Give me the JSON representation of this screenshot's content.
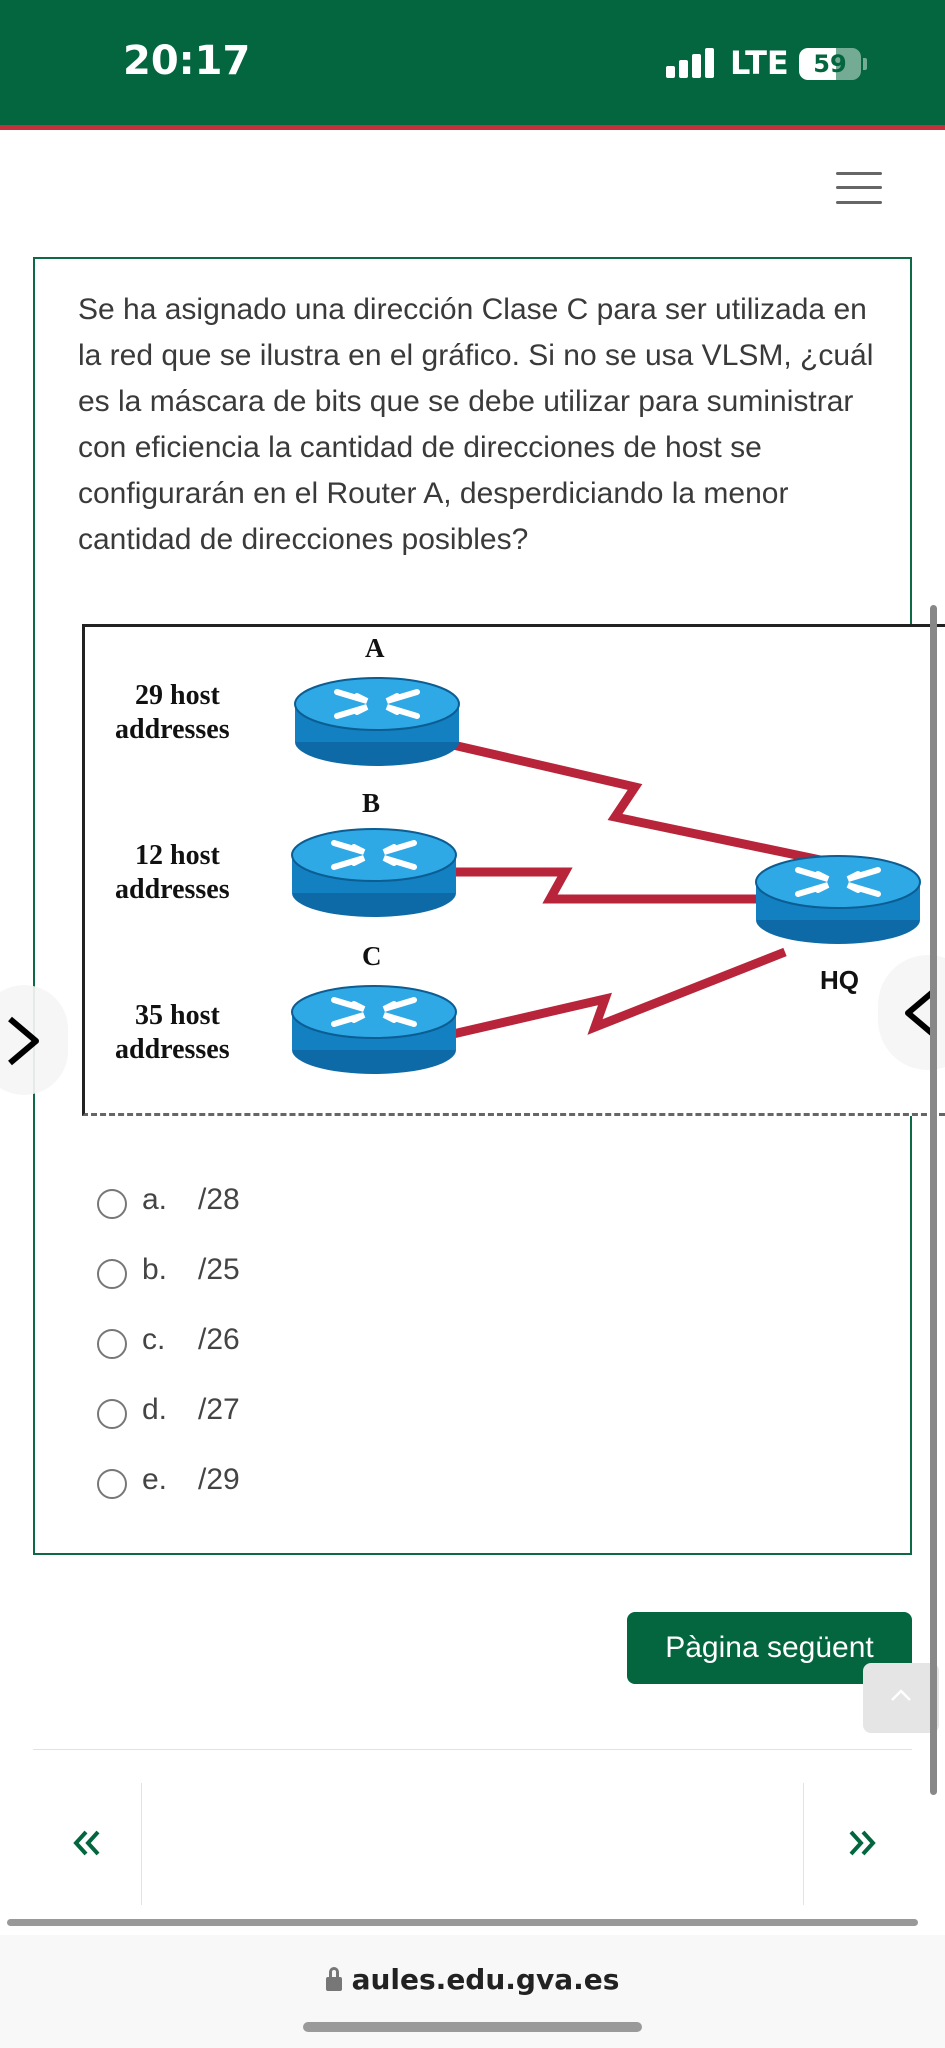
{
  "status_bar": {
    "time": "20:17",
    "network": "LTE",
    "battery": "59",
    "battery_level_percent": 59,
    "signal_bars": 4
  },
  "menu": {
    "icon": "hamburger-menu-icon"
  },
  "question": {
    "text": "Se ha asignado una dirección Clase C para ser utilizada en la red que se ilustra en el gráfico. Si no se usa VLSM, ¿cuál es la máscara de bits que se debe utilizar para suministrar con eficiencia la cantidad de direcciones de host se configurarán en el Router A, desperdiciando la menor cantidad de direcciones posibles?"
  },
  "diagram": {
    "routers": [
      {
        "name": "A",
        "hosts_text": "29 host",
        "addr_text": "addresses"
      },
      {
        "name": "B",
        "hosts_text": "12  host",
        "addr_text": "addresses"
      },
      {
        "name": "C",
        "hosts_text": "35  host",
        "addr_text": "addresses"
      }
    ],
    "hq_label": "HQ",
    "link_color": "#b8253a",
    "router_color": "#1f93d3"
  },
  "options": [
    {
      "letter": "a.",
      "value": "/28"
    },
    {
      "letter": "b.",
      "value": "/25"
    },
    {
      "letter": "c.",
      "value": "/26"
    },
    {
      "letter": "d.",
      "value": "/27"
    },
    {
      "letter": "e.",
      "value": "/29"
    }
  ],
  "next_button": {
    "label": "Pàgina següent"
  },
  "footer": {
    "prev_icon": "double-chevron-left-icon",
    "next_icon": "double-chevron-right-icon"
  },
  "browser": {
    "url": "aules.edu.gva.es"
  },
  "colors": {
    "brand": "#03663f",
    "accent_line": "#c6303a"
  }
}
